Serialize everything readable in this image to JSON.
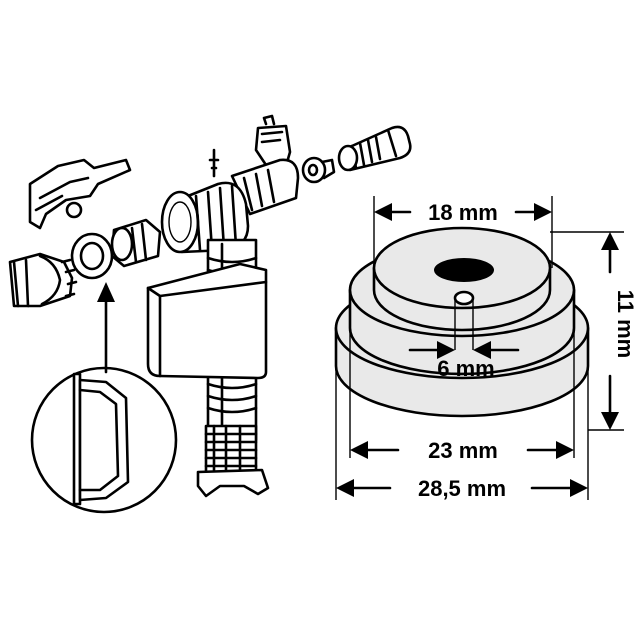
{
  "dimensions": {
    "top_diameter": "18 mm",
    "height": "11 mm",
    "hole_diameter": "6 mm",
    "middle_diameter": "23 mm",
    "outer_diameter": "28,5 mm"
  }
}
